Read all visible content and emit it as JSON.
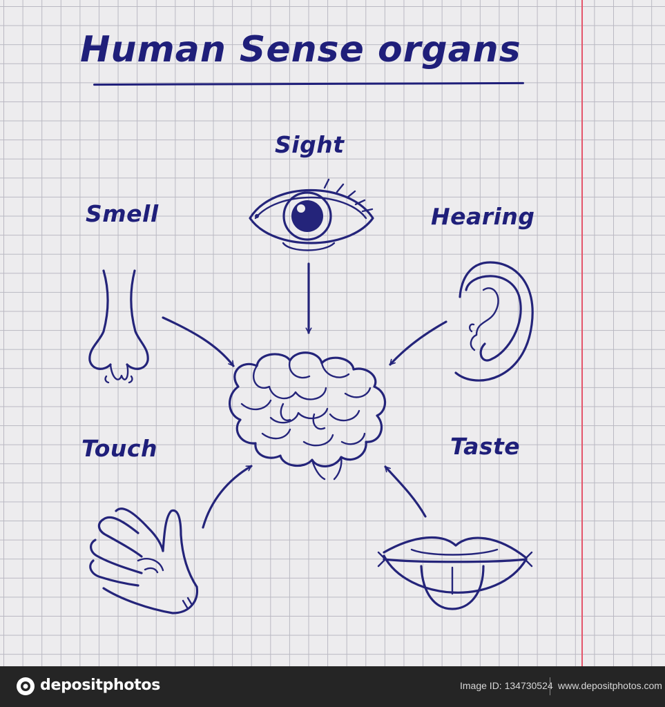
{
  "diagram": {
    "title": "Human Sense organs",
    "senses": {
      "sight": "Sight",
      "smell": "Smell",
      "hearing": "Hearing",
      "touch": "Touch",
      "taste": "Taste"
    },
    "ink_color": "#24247a",
    "paper_color": "#edecee",
    "grid_color": "#b9b8c2",
    "margin_line_color": "#e4556a"
  },
  "footer": {
    "brand": "depositphotos",
    "image_id": "Image ID: 134730524",
    "site": "www.depositphotos.com",
    "background": "#252525"
  }
}
